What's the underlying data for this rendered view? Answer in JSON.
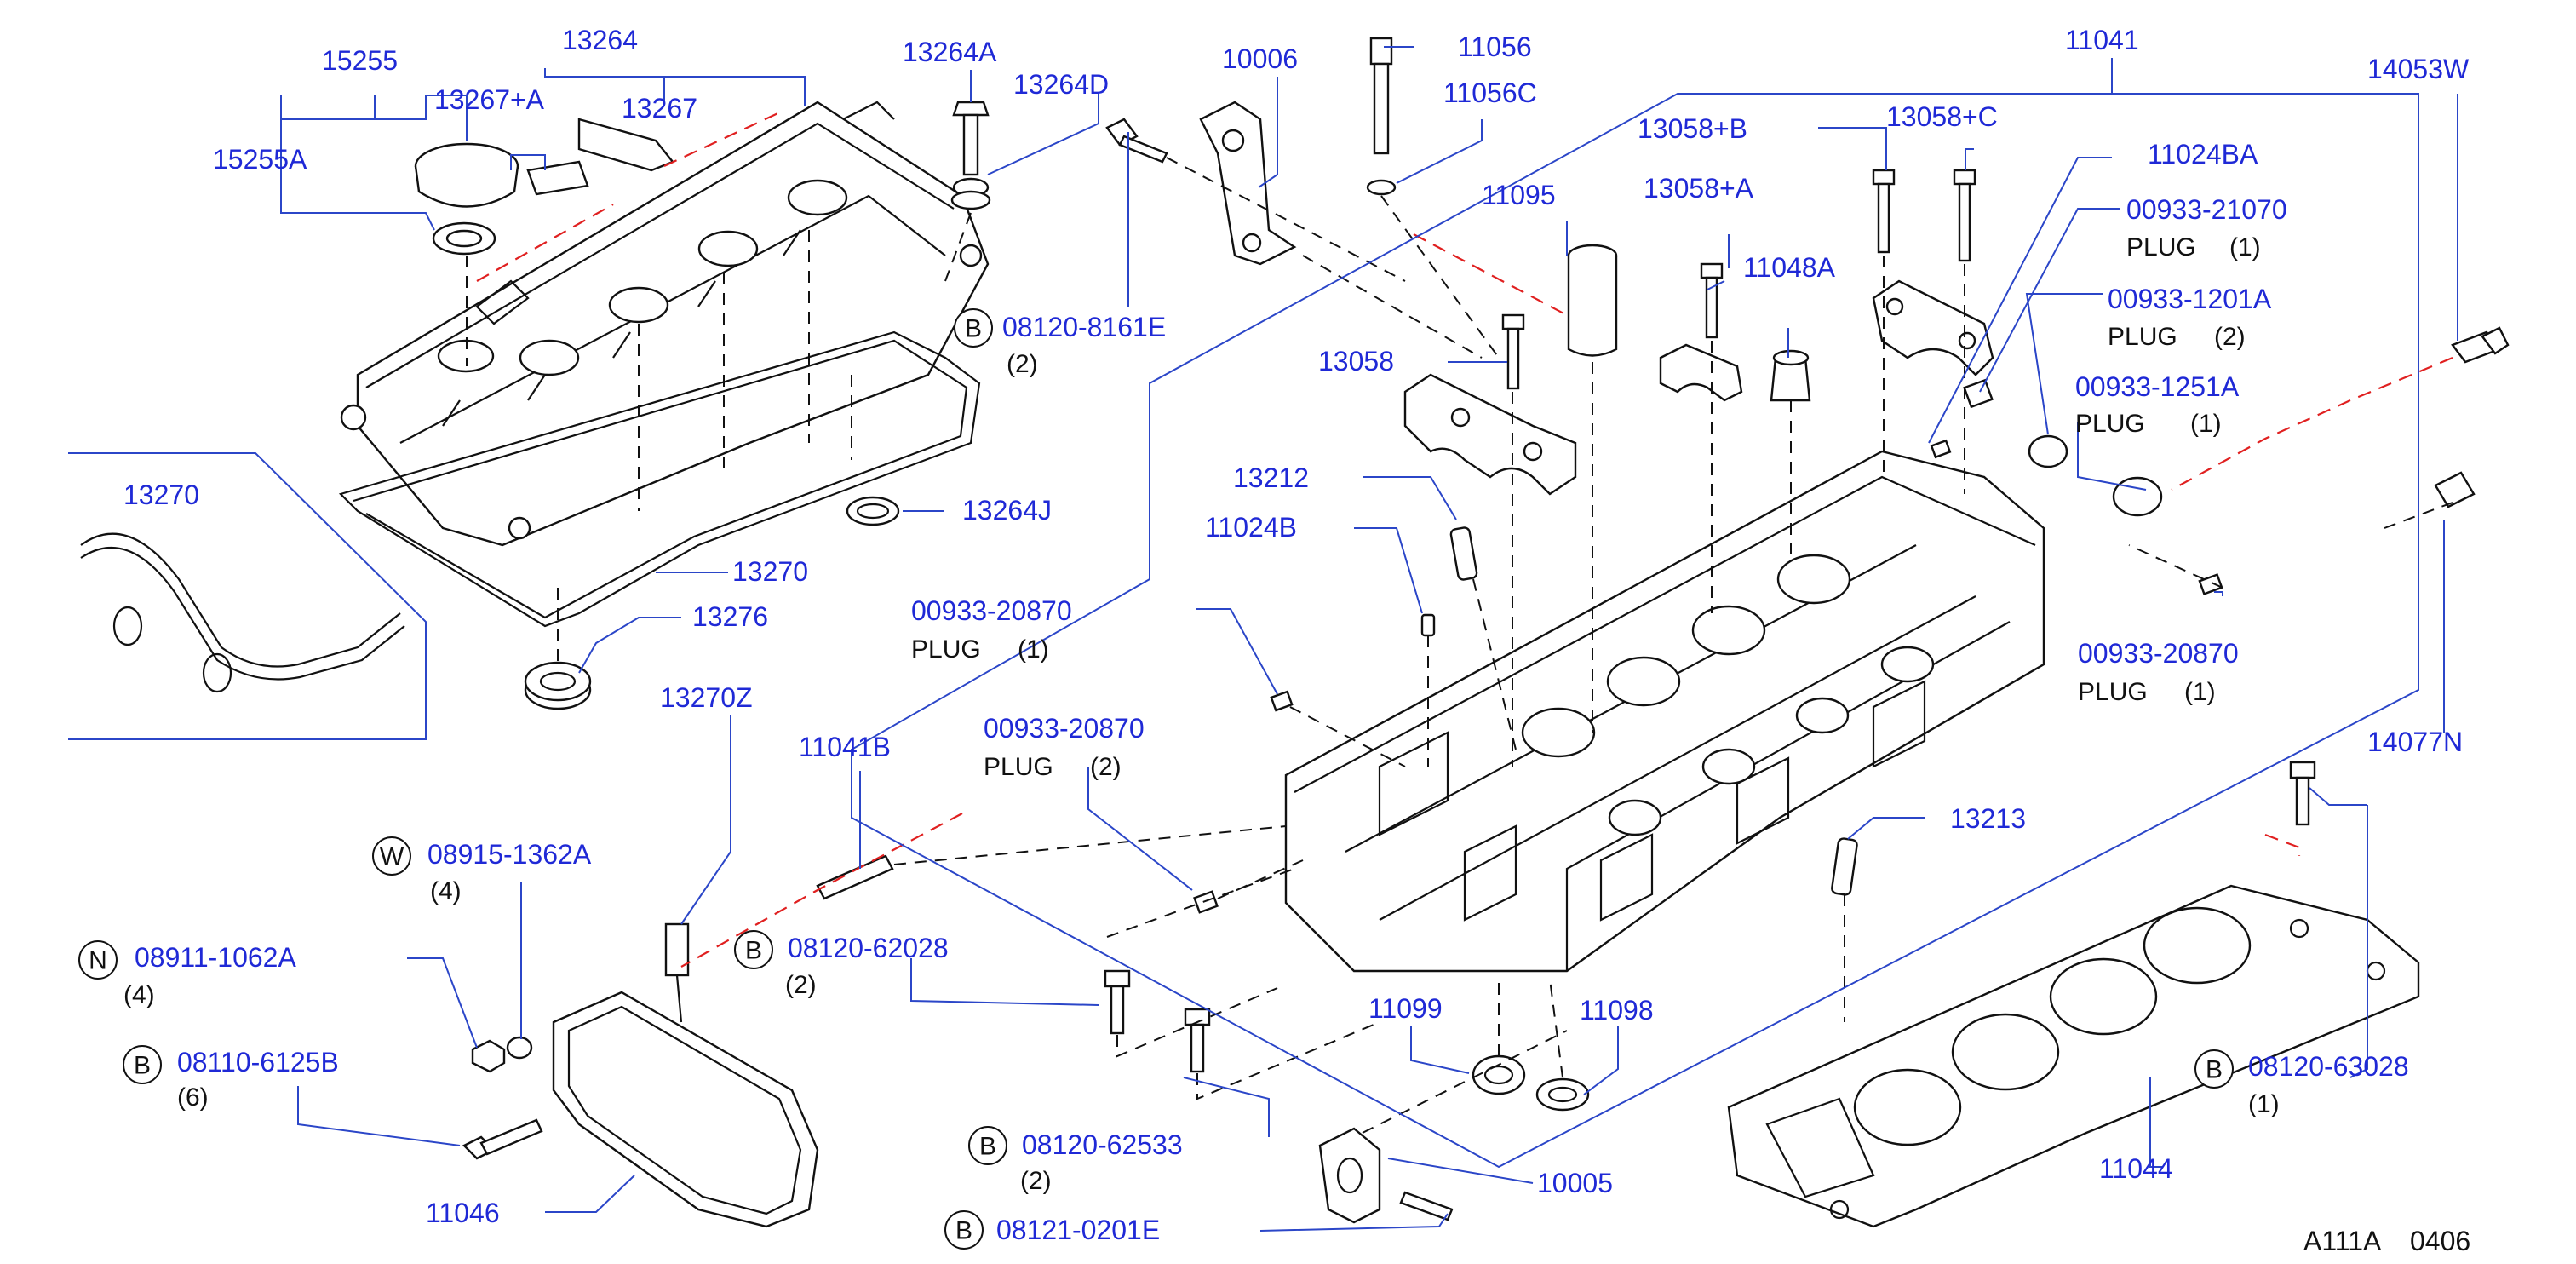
{
  "callouts": [
    {
      "id": "15255",
      "text": "15255"
    },
    {
      "id": "15255A",
      "text": "15255A"
    },
    {
      "id": "13264",
      "text": "13264"
    },
    {
      "id": "13267A",
      "text": "13267+A"
    },
    {
      "id": "13267",
      "text": "13267"
    },
    {
      "id": "13264A",
      "text": "13264A"
    },
    {
      "id": "13264D",
      "text": "13264D"
    },
    {
      "id": "10006",
      "text": "10006"
    },
    {
      "id": "11056",
      "text": "11056"
    },
    {
      "id": "11056C",
      "text": "11056C"
    },
    {
      "id": "11041",
      "text": "11041"
    },
    {
      "id": "14053W",
      "text": "14053W"
    },
    {
      "id": "13058B",
      "text": "13058+B"
    },
    {
      "id": "13058C",
      "text": "13058+C"
    },
    {
      "id": "11024BA",
      "text": "11024BA"
    },
    {
      "id": "11095",
      "text": "11095"
    },
    {
      "id": "13058A",
      "text": "13058+A"
    },
    {
      "id": "0093321070",
      "text": "00933-21070"
    },
    {
      "id": "11048A",
      "text": "11048A"
    },
    {
      "id": "009331201A",
      "text": "00933-1201A"
    },
    {
      "id": "0812081 61E",
      "text": "08120-8161E"
    },
    {
      "id": "13058",
      "text": "13058"
    },
    {
      "id": "009331251A",
      "text": "00933-1251A"
    },
    {
      "id": "13270a",
      "text": "13270"
    },
    {
      "id": "13264J",
      "text": "13264J"
    },
    {
      "id": "13212",
      "text": "13212"
    },
    {
      "id": "11024B",
      "text": "11024B"
    },
    {
      "id": "13270b",
      "text": "13270"
    },
    {
      "id": "13276",
      "text": "13276"
    },
    {
      "id": "0093320870a",
      "text": "00933-20870"
    },
    {
      "id": "0093320870b",
      "text": "00933-20870"
    },
    {
      "id": "13270Z",
      "text": "13270Z"
    },
    {
      "id": "0093320870c",
      "text": "00933-20870"
    },
    {
      "id": "11041B",
      "text": "11041B"
    },
    {
      "id": "14077N",
      "text": "14077N"
    },
    {
      "id": "13213",
      "text": "13213"
    },
    {
      "id": "089151362A",
      "text": "08915-1362A"
    },
    {
      "id": "0812062028",
      "text": "08120-62028"
    },
    {
      "id": "089111062A",
      "text": "08911-1062A"
    },
    {
      "id": "081106125B",
      "text": "08110-6125B"
    },
    {
      "id": "11099",
      "text": "11099"
    },
    {
      "id": "11098",
      "text": "11098"
    },
    {
      "id": "0812063028",
      "text": "08120-63028"
    },
    {
      "id": "0812062533",
      "text": "08120-62533"
    },
    {
      "id": "11044",
      "text": "11044"
    },
    {
      "id": "11046",
      "text": "11046"
    },
    {
      "id": "10005",
      "text": "10005"
    },
    {
      "id": "081210201E",
      "text": "08121-0201E"
    }
  ],
  "quantities": {
    "q_8161E": "(2)",
    "q_21070": "(1)",
    "q_1201A": "(2)",
    "q_1251A": "(1)",
    "q_20870a": "(1)",
    "q_20870b": "(1)",
    "q_20870c": "(2)",
    "q_1362A": "(4)",
    "q_62028": "(2)",
    "q_1062A": "(4)",
    "q_6125B": "(6)",
    "q_63028": "(1)",
    "q_62533": "(2)"
  },
  "plug_label": "PLUG",
  "circle_letters": {
    "b": "B",
    "w": "W",
    "n": "N"
  },
  "diagram_code": {
    "code": "A111A",
    "page": "0406"
  },
  "colors": {
    "label_blue": "#1f29d6",
    "leader_blue": "#2b46c8",
    "centerline_red": "#e02020",
    "line_black": "#111111"
  }
}
